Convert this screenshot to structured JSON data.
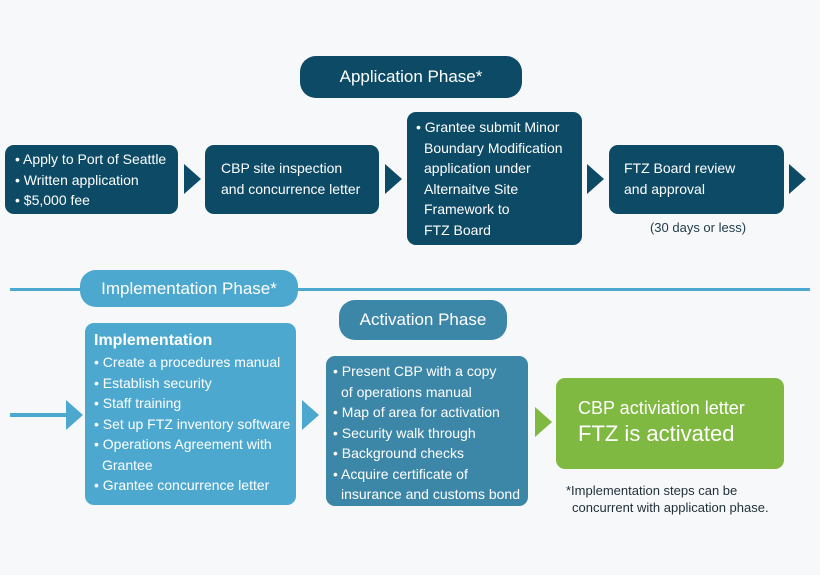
{
  "application": {
    "title": "Application Phase*",
    "steps": [
      {
        "lines": [
          "• Apply to Port of Seattle",
          "• Written application",
          "• $5,000 fee"
        ]
      },
      {
        "lines": [
          "CBP site inspection",
          "and concurrence letter"
        ]
      },
      {
        "lines": [
          "• Grantee submit Minor",
          "Boundary Modification",
          "application under",
          "Alternaitve Site",
          "Framework to",
          "FTZ Board"
        ]
      },
      {
        "lines": [
          "FTZ Board review",
          "and approval"
        ]
      }
    ],
    "note": "(30 days or less)"
  },
  "implementation": {
    "title": "Implementation Phase*",
    "box_heading": "Implementation",
    "lines": [
      "• Create a procedures manual",
      "• Establish security",
      "• Staff training",
      "• Set up FTZ inventory software",
      "• Operations Agreement with",
      "Grantee",
      "• Grantee concurrence letter"
    ]
  },
  "activation": {
    "title": "Activation Phase",
    "lines": [
      "• Present CBP with a copy",
      "of operations manual",
      "• Map of area for activation",
      "• Security walk through",
      "• Background checks",
      "• Acquire certificate of",
      "insurance and customs bond"
    ]
  },
  "result": {
    "line1": "CBP activiation letter",
    "line2": "FTZ is activated"
  },
  "footnote": {
    "line1": "*Implementation steps can be",
    "line2": "concurrent with application phase."
  },
  "colors": {
    "dark": "#0c4a66",
    "light": "#4da8cf",
    "mid": "#3c86a8",
    "green": "#80b941"
  }
}
